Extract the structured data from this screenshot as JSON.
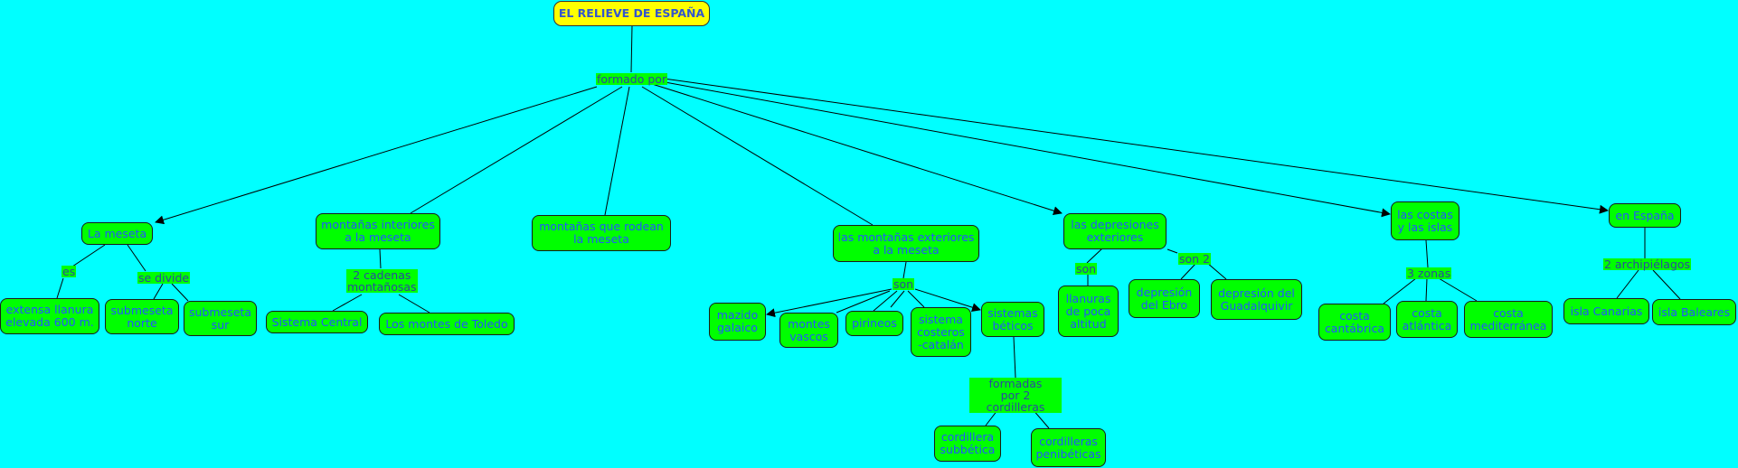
{
  "title": "EL RELIEVE DE ESPAÑA",
  "links": {
    "formado": "formado por",
    "es": "es",
    "se_divide": "se divide",
    "cadenas": "2 cadenas\nmontañosas",
    "son_ext": "son",
    "formadas": "formadas\npor 2 cordilleras",
    "son_dep": "son",
    "son2": "son 2",
    "zonas": "3 zonas",
    "archipielagos": "2 archipiélagos"
  },
  "nodes": {
    "meseta": "La meseta",
    "interiores": "montañas interiores\na la meseta",
    "rodean": "montañas que rodean\nla meseta",
    "exteriores": "las montañas exteriores\na la meseta",
    "depresiones": "las depresiones\nexteriores",
    "costas": "las costas\ny las islas",
    "espana": "en España",
    "llanura": "extensa llanura\nelevada 600 m.",
    "sub_norte": "submeseta\nnorte",
    "sub_sur": "submeseta\nsur",
    "central": "Sistema Central",
    "toledo": "Los montes de Toledo",
    "galaico": "mazido\ngalaico",
    "vascos": "montes\nvascos",
    "pirineos": "pirineos",
    "costero": "sistema\ncosteros\n-catalán",
    "beticos": "sistemas\nbéticos",
    "subbetica": "cordillera\nsubbética",
    "penibeticas": "cordilleras\npenibéticas",
    "llanuras_poca": "llanuras\nde poca\naltitud",
    "ebro": "depresión\ndel Ebro",
    "guadalquivir": "depresión del\nGuadalquivir",
    "cantabrica": "costa\ncantábrica",
    "atlantica": "costa\natlántica",
    "mediterranea": "costa\nmediterránea",
    "canarias": "isla Canarias",
    "baleares": "isla Baleares"
  },
  "colors": {
    "background": "#00ffff",
    "node": "#00ff00",
    "title_node": "#ffff00",
    "text": "#2255ff"
  }
}
